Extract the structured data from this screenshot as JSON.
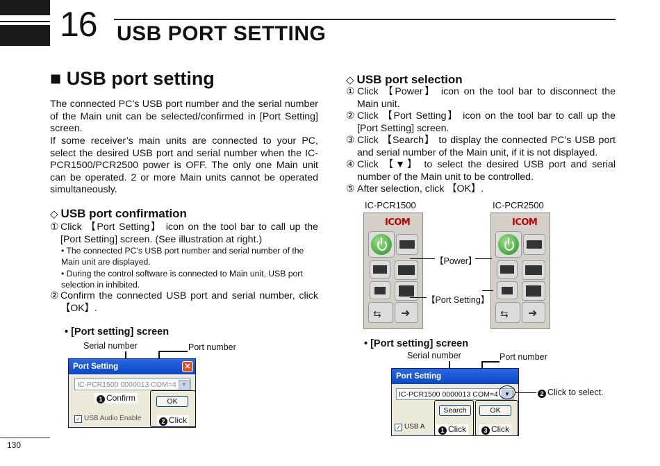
{
  "header": {
    "chapter_number": "16",
    "chapter_title": "USB PORT SETTING",
    "page_number": "130"
  },
  "left": {
    "section_title": "■ USB port setting",
    "intro_1": "The connected PC’s USB port number and the serial number of the Main unit can be selected/confirmed in [Port Setting] screen.",
    "intro_2": "If some receiver’s main units are connected to your PC, select the desired USB port and serial number when the IC-PCR1500/PCR2500 power is OFF. The only one Main unit can be operated. 2 or more Main units cannot be operated simultaneously.",
    "confirm_title": "USB port confirmation",
    "diamond": "◇",
    "confirm_step1_num": "①",
    "confirm_step1": "Click 【Port Setting】 icon on the tool bar to call up the [Port Setting] screen. (See illustration at right.)",
    "confirm_bullet1": "• The connected PC’s USB port number and serial number of the Main unit are displayed.",
    "confirm_bullet2": "• During the control software is connected to Main unit, USB port selection in inhibited.",
    "confirm_step2_num": "②",
    "confirm_step2": "Confirm the connected USB port and serial number, click 【OK】.",
    "screen_caption": "• [Port setting] screen",
    "serial_label": "Serial number",
    "port_label": "Port number",
    "dialog": {
      "title": "Port Setting",
      "combo_value": "IC-PCR1500  0000013   COM=4",
      "ok": "OK",
      "usb_audio": "USB Audio Enable",
      "callout_confirm": "Confirm",
      "callout_click": "Click",
      "n1": "1",
      "n2": "2"
    }
  },
  "right": {
    "selection_title": "USB port selection",
    "steps": [
      {
        "num": "①",
        "text": "Click 【Power】 icon on the tool bar to disconnect the Main unit."
      },
      {
        "num": "②",
        "text": "Click 【Port Setting】 icon on the tool bar to call up the [Port Setting] screen."
      },
      {
        "num": "③",
        "text": "Click 【Search】 to display the connected PC’s USB port and serial number of the Main unit, if it is not displayed."
      },
      {
        "num": "④",
        "text": "Click 【▼】 to select the desired USB port and serial number of the Main unit to be controlled."
      },
      {
        "num": "⑤",
        "text": "After selection, click 【OK】."
      }
    ],
    "model_1500": "IC-PCR1500",
    "model_2500": "IC-PCR2500",
    "icom_logo": "ICOM",
    "power_label": "【Power】",
    "port_setting_label": "【Port Setting】",
    "screen_caption": "• [Port setting] screen",
    "serial_label": "Serial number",
    "port_label": "Port number",
    "dialog": {
      "title": "Port Setting",
      "combo_value": "IC-PCR1500  0000013   COM=4",
      "search": "Search",
      "ok": "OK",
      "usb_audio": "USB A",
      "callout_click1": "Click",
      "callout_click3": "Click",
      "click_to_select": "Click to select.",
      "n1": "1",
      "n2": "2",
      "n3": "3"
    }
  }
}
